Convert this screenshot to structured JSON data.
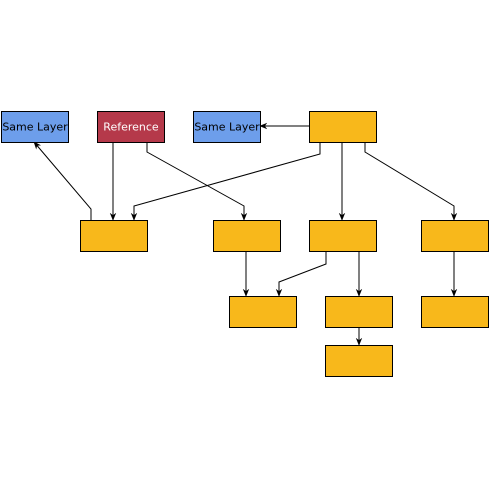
{
  "diagram": {
    "colors": {
      "same_layer": "#6d9eeb",
      "reference": "#b5394a",
      "default": "#f8b81b",
      "reference_text": "#ffffff",
      "text": "#000000"
    },
    "nodes": [
      {
        "id": "same-layer-left",
        "label": "Same Layer",
        "kind": "same_layer"
      },
      {
        "id": "reference",
        "label": "Reference",
        "kind": "reference"
      },
      {
        "id": "same-layer-right",
        "label": "Same Layer",
        "kind": "same_layer"
      },
      {
        "id": "root",
        "label": "",
        "kind": "default"
      },
      {
        "id": "mid-a",
        "label": "",
        "kind": "default"
      },
      {
        "id": "mid-b",
        "label": "",
        "kind": "default"
      },
      {
        "id": "mid-c",
        "label": "",
        "kind": "default"
      },
      {
        "id": "mid-d",
        "label": "",
        "kind": "default"
      },
      {
        "id": "low-a",
        "label": "",
        "kind": "default"
      },
      {
        "id": "low-b",
        "label": "",
        "kind": "default"
      },
      {
        "id": "low-c",
        "label": "",
        "kind": "default"
      },
      {
        "id": "bottom",
        "label": "",
        "kind": "default"
      }
    ],
    "edges": [
      {
        "from": "root",
        "to": "same-layer-right"
      },
      {
        "from": "root",
        "to": "mid-a"
      },
      {
        "from": "root",
        "to": "mid-c"
      },
      {
        "from": "root",
        "to": "mid-d"
      },
      {
        "from": "reference",
        "to": "mid-a"
      },
      {
        "from": "reference",
        "to": "mid-b"
      },
      {
        "from": "mid-a",
        "to": "same-layer-left"
      },
      {
        "from": "mid-b",
        "to": "low-a"
      },
      {
        "from": "mid-c",
        "to": "low-a"
      },
      {
        "from": "mid-c",
        "to": "low-b"
      },
      {
        "from": "mid-d",
        "to": "low-c"
      },
      {
        "from": "low-b",
        "to": "bottom"
      }
    ]
  }
}
